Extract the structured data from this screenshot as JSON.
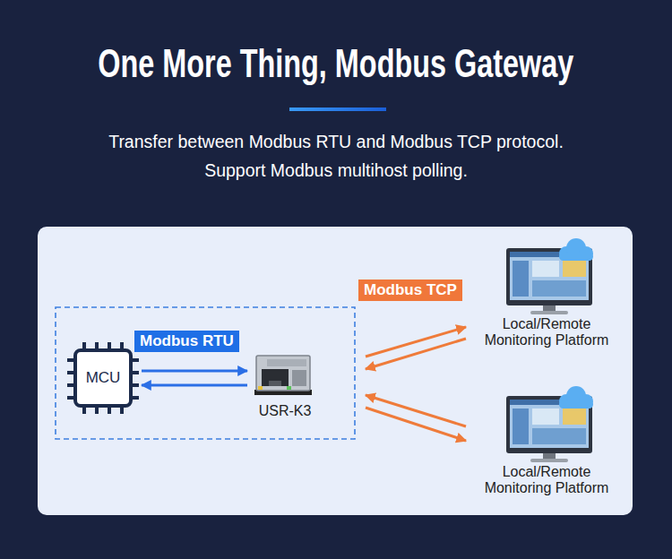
{
  "diagram": {
    "title": "One More Thing, Modbus Gateway",
    "nodes": [
      {
        "text": [
          "MCU"
        ]
      },
      {
        "text": [
          "USR-K3"
        ]
      },
      {
        "text": [
          "Local/Remote Monitoring Platform"
        ]
      },
      {
        "text": [
          "Local/Remote Monitoring Platform"
        ]
      }
    ],
    "edges": [
      {
        "from": 0,
        "to": 1,
        "label": "Modbus RTU",
        "arrow": "to"
      },
      {
        "from": 1,
        "to": 0,
        "arrow": "to"
      },
      {
        "from": 1,
        "to": 2,
        "label": "Modbus TCP",
        "arrow": "to"
      },
      {
        "from": 2,
        "to": 1,
        "arrow": "to"
      },
      {
        "from": 3,
        "to": 1,
        "arrow": "to"
      },
      {
        "from": 1,
        "to": 3,
        "arrow": "to"
      }
    ],
    "labels": [
      "Transfer between Modbus RTU and Modbus TCP protocol.",
      "Support Modbus multihost polling."
    ]
  }
}
